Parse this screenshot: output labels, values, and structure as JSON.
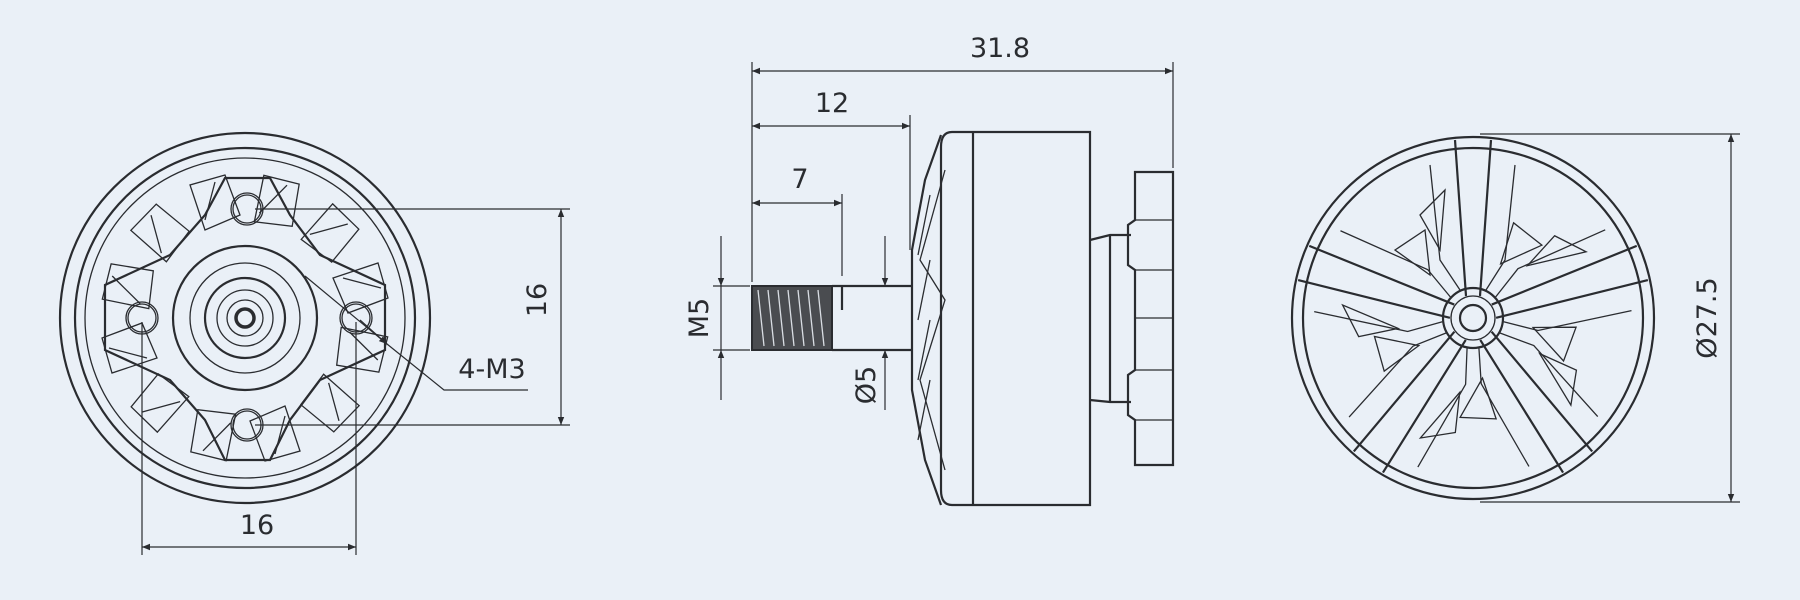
{
  "drawing": {
    "colors": {
      "background": "#eaf0f7",
      "line": "#2a2c30"
    },
    "front_view": {
      "hole_spacing_horizontal": "16",
      "hole_spacing_vertical": "16",
      "hole_label": "4-M3"
    },
    "side_view": {
      "overall_length": "31.8",
      "shaft_length": "12",
      "thread_length": "7",
      "thread_size": "M5",
      "shaft_diameter": "Ø5"
    },
    "rear_view": {
      "outer_diameter": "Ø27.5"
    }
  }
}
